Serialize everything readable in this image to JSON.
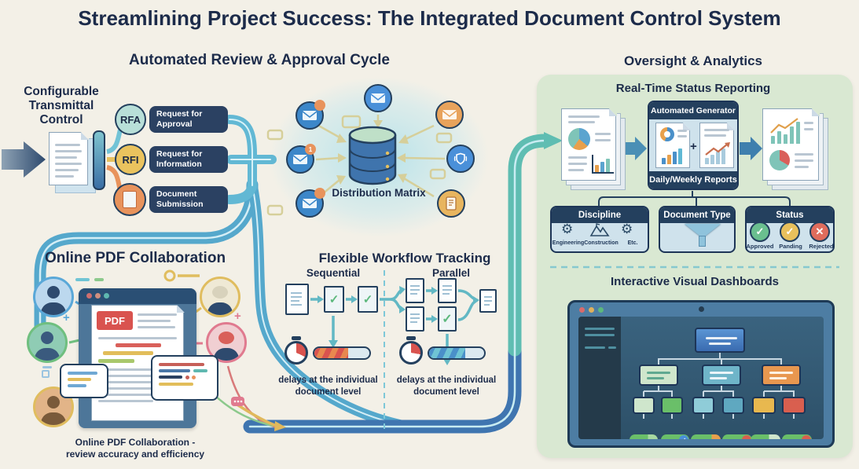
{
  "title": "Streamlining Project Success: The Integrated Document Control System",
  "sections": {
    "review": "Automated Review & Approval Cycle",
    "oversight": "Oversight & Analytics"
  },
  "transmittal": {
    "heading": "Configurable Transmittal Control",
    "items": [
      {
        "abbr": "RFA",
        "label": "Request for Approval"
      },
      {
        "abbr": "RFI",
        "label": "Request for Information"
      },
      {
        "abbr": "",
        "label": "Document Submission"
      }
    ]
  },
  "distribution": {
    "label": "Distribution Matrix",
    "badge_count": "1"
  },
  "pdf_collab": {
    "heading": "Online PDF Collaboration",
    "pdf_badge": "PDF",
    "caption_line1": "Online PDF Collaboration -",
    "caption_line2": "review accuracy and efficiency"
  },
  "workflow": {
    "heading": "Flexible Workflow Tracking",
    "sequential": "Sequential",
    "parallel": "Parallel",
    "delay_line1": "delays at the individual",
    "delay_line2": "document level"
  },
  "reporting": {
    "heading": "Real-Time Status Reporting",
    "generator_top": "Automated Generator",
    "generator_bottom": "Daily/Weekly Reports"
  },
  "filters": {
    "discipline": {
      "title": "Discipline",
      "items": [
        "Engineering",
        "Construction",
        "Etc."
      ]
    },
    "document_type": {
      "title": "Document Type"
    },
    "status": {
      "title": "Status",
      "items": [
        "Approved",
        "Panding",
        "Rejected"
      ]
    }
  },
  "dashboards": {
    "heading": "Interactive Visual Dashboards"
  },
  "glyphs": {
    "check": "✓",
    "cross": "✕",
    "plus": "+",
    "gear": "⚙"
  },
  "colors": {
    "background": "#f3f0e7",
    "navy": "#24405e",
    "teal": "#5fbdb2",
    "blue": "#3f75b0",
    "orange": "#e8935c",
    "yellow": "#e6c15f",
    "red": "#d9534f",
    "panel_green": "#d9e8d2",
    "pill_navy": "#2b4162"
  }
}
